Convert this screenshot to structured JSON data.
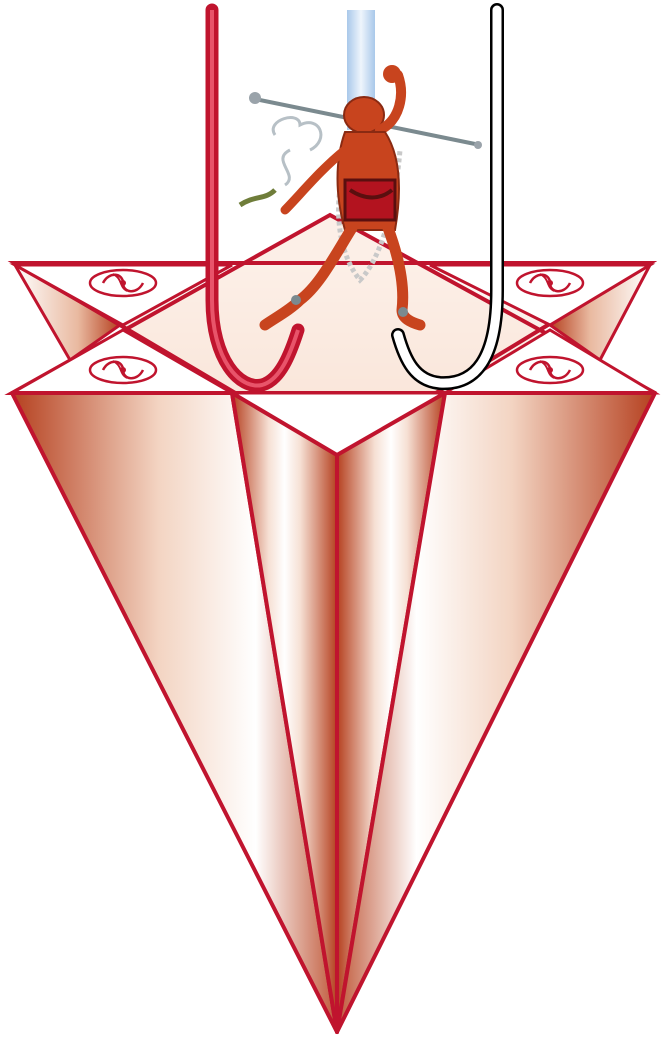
{
  "figure": {
    "subject": "tetrahedral-mandala-with-dancing-deity",
    "swirl_count": 4
  },
  "colors": {
    "background": "#ffffff",
    "outline": "#c0142e",
    "shade_dark": "#b03a1c",
    "shade_light": "#ffffff",
    "central_channel": "#cfe1f4",
    "left_channel": "#c0142e",
    "right_channel": "#ffffff",
    "deity_body": "#c8441e",
    "ornament_grey": "#9aa3aa"
  },
  "icons": [
    "swirl-icon",
    "deity-figure"
  ]
}
